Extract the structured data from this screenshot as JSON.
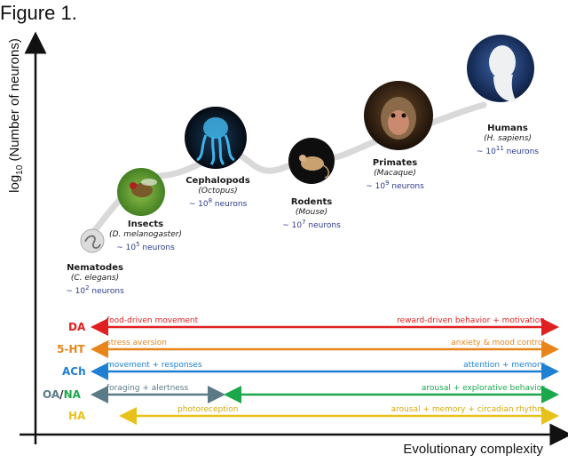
{
  "figure_label": "Figure 1.",
  "axes": {
    "y_label": "log10 (Number of neurons)",
    "y_label_prefix": "log",
    "y_label_sub": "10",
    "y_label_rest": " (Number of neurons)",
    "x_label": "Evolutionary complexity"
  },
  "species": [
    {
      "name": "Nematodes",
      "scientific": "C. elegans",
      "count_prefix": "~ 10",
      "count_exp": "2",
      "count_suffix": " neurons",
      "image": "nematode-icon",
      "color": "#cfcfcf"
    },
    {
      "name": "Insects",
      "scientific": "D. melanogaster",
      "count_prefix": "~ 10",
      "count_exp": "5",
      "count_suffix": " neurons",
      "image": "fruit-fly-icon",
      "color": "#4f8a2a"
    },
    {
      "name": "Cephalopods",
      "scientific": "Octopus",
      "count_prefix": "~ 10",
      "count_exp": "8",
      "count_suffix": " neurons",
      "image": "octopus-icon",
      "color": "#0b1a2a"
    },
    {
      "name": "Rodents",
      "scientific": "Mouse",
      "count_prefix": "~ 10",
      "count_exp": "7",
      "count_suffix": " neurons",
      "image": "mouse-icon",
      "color": "#111111"
    },
    {
      "name": "Primates",
      "scientific": "Macaque",
      "count_prefix": "~ 10",
      "count_exp": "9",
      "count_suffix": " neurons",
      "image": "macaque-icon",
      "color": "#2a1a10"
    },
    {
      "name": "Humans",
      "scientific": "H. sapiens",
      "count_prefix": "~ 10",
      "count_exp": "11",
      "count_suffix": " neurons",
      "image": "human-head-icon",
      "color": "#1e3a6e"
    }
  ],
  "neurotransmitters": [
    {
      "label": "DA",
      "color": "#e02020",
      "roles": [
        "food-driven movement",
        "reward-driven behavior + motivation"
      ]
    },
    {
      "label": "5-HT",
      "color": "#e8851a",
      "roles": [
        "stress aversion",
        "anxiety & mood control"
      ]
    },
    {
      "label": "ACh",
      "color": "#1f7fd0",
      "roles": [
        "movement + responses",
        "attention + memory"
      ]
    },
    {
      "label_a": "OA",
      "label_sep": "/",
      "label_b": "NA",
      "color": "#5a7a86",
      "color_b": "#1aa84a",
      "roles": [
        "foraging + alertness",
        "arousal + explorative behavior"
      ]
    },
    {
      "label": "HA",
      "color": "#e8c21a",
      "roles": [
        "photoreception",
        "arousal + memory + circadian rhythm"
      ]
    }
  ],
  "colors": {
    "axis": "#111111",
    "trend": "#d9d9d9"
  }
}
